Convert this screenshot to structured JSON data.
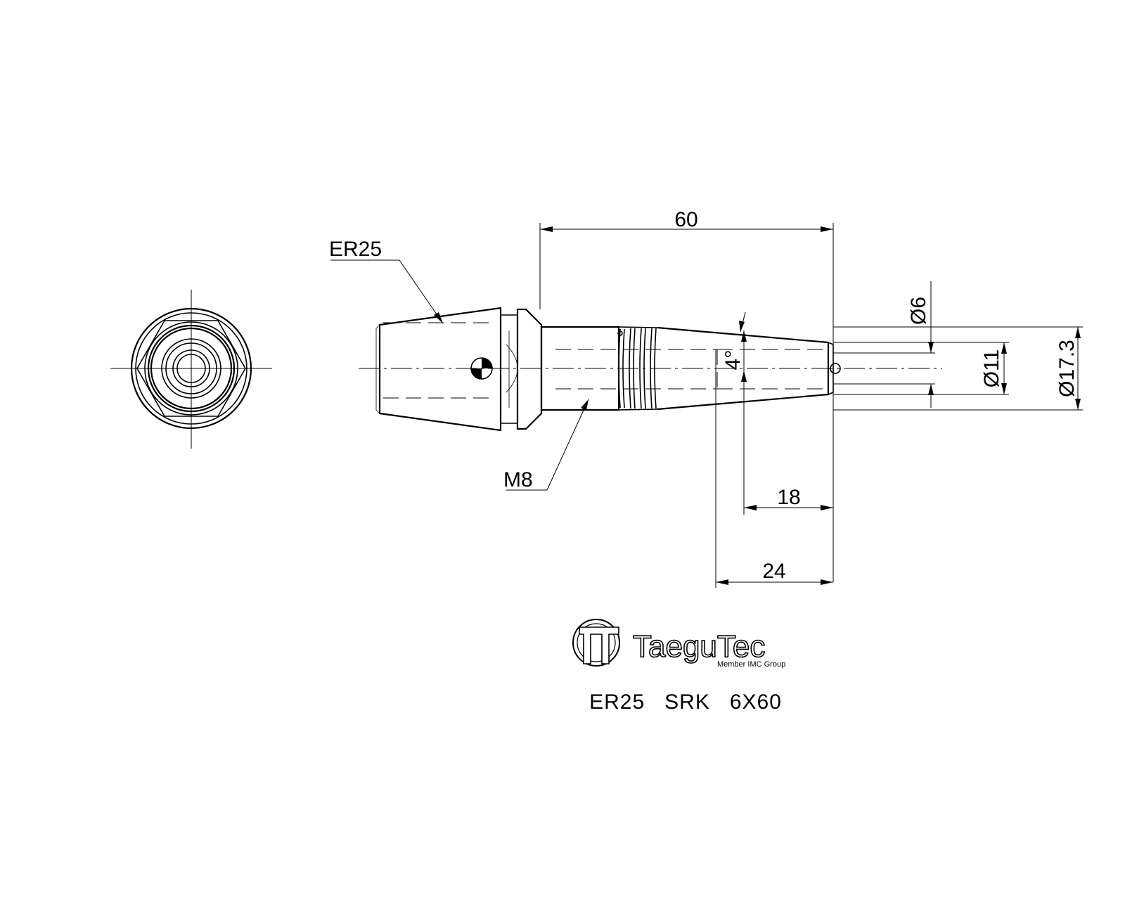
{
  "labels": {
    "collet_type": "ER25",
    "thread": "M8",
    "angle": "4°"
  },
  "dimensions": {
    "overall_length": "60",
    "length_18": "18",
    "length_24": "24",
    "dia_6": "Ø6",
    "dia_11": "Ø11",
    "dia_17_3": "Ø17.3"
  },
  "logo": {
    "brand": "TaeguTec",
    "tagline": "Member IMC Group"
  },
  "part_number": "ER25   SRK   6X60"
}
